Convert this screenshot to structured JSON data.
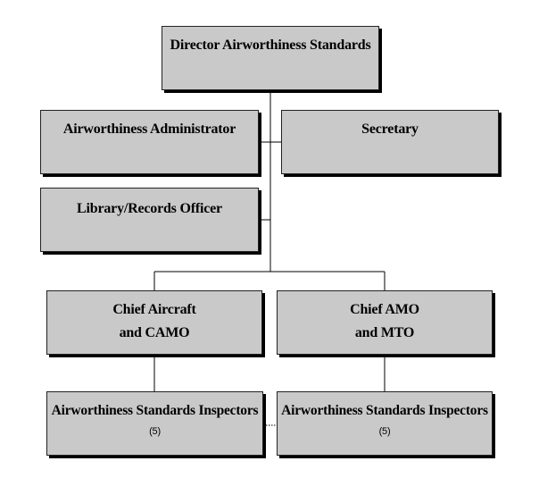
{
  "org_chart": {
    "director": {
      "title": "Director Airworthiness Standards"
    },
    "admin": {
      "title": "Airworthiness Administrator"
    },
    "secretary": {
      "title": "Secretary"
    },
    "library": {
      "title": "Library/Records Officer"
    },
    "chief_aircraft": {
      "title_line1": "Chief Aircraft",
      "title_line2": "and CAMO"
    },
    "chief_amo": {
      "title_line1": "Chief AMO",
      "title_line2": "and MTO"
    },
    "inspectors_aircraft": {
      "title": "Airworthiness Standards Inspectors",
      "count": "(5)"
    },
    "inspectors_amo": {
      "title": "Airworthiness Standards Inspectors",
      "count": "(5)"
    }
  },
  "colors": {
    "box_fill": "#c9c9c9",
    "line": "#000000",
    "shadow": "#000000"
  }
}
